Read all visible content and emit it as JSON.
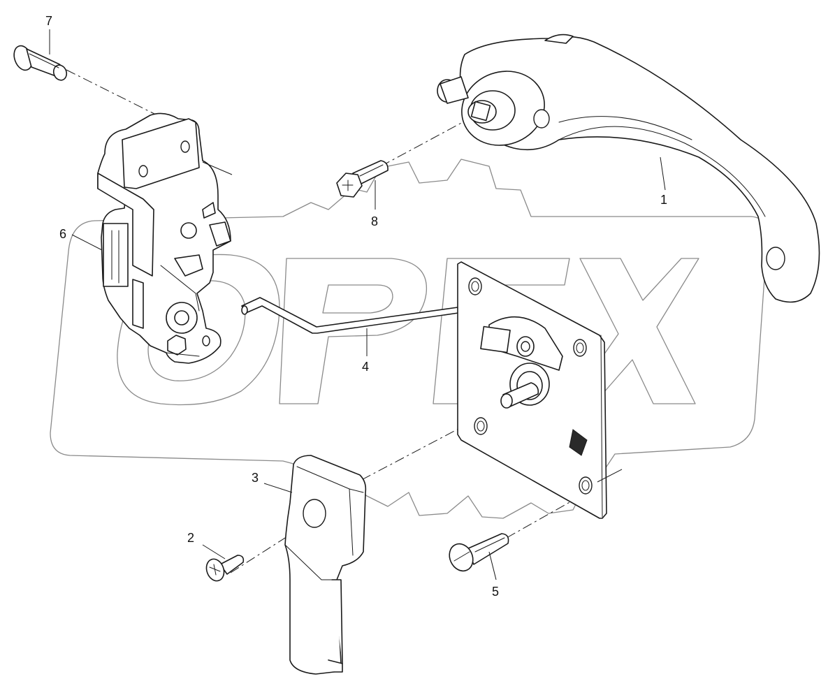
{
  "callouts": {
    "c1": "1",
    "c2": "2",
    "c3": "3",
    "c4": "4",
    "c5": "5",
    "c6": "6",
    "c7": "7",
    "c8": "8"
  },
  "watermark": {
    "logo_text": "OPEX",
    "color": "#8a8a8a"
  },
  "colors": {
    "line": "#1a1a1a",
    "background": "#ffffff"
  }
}
